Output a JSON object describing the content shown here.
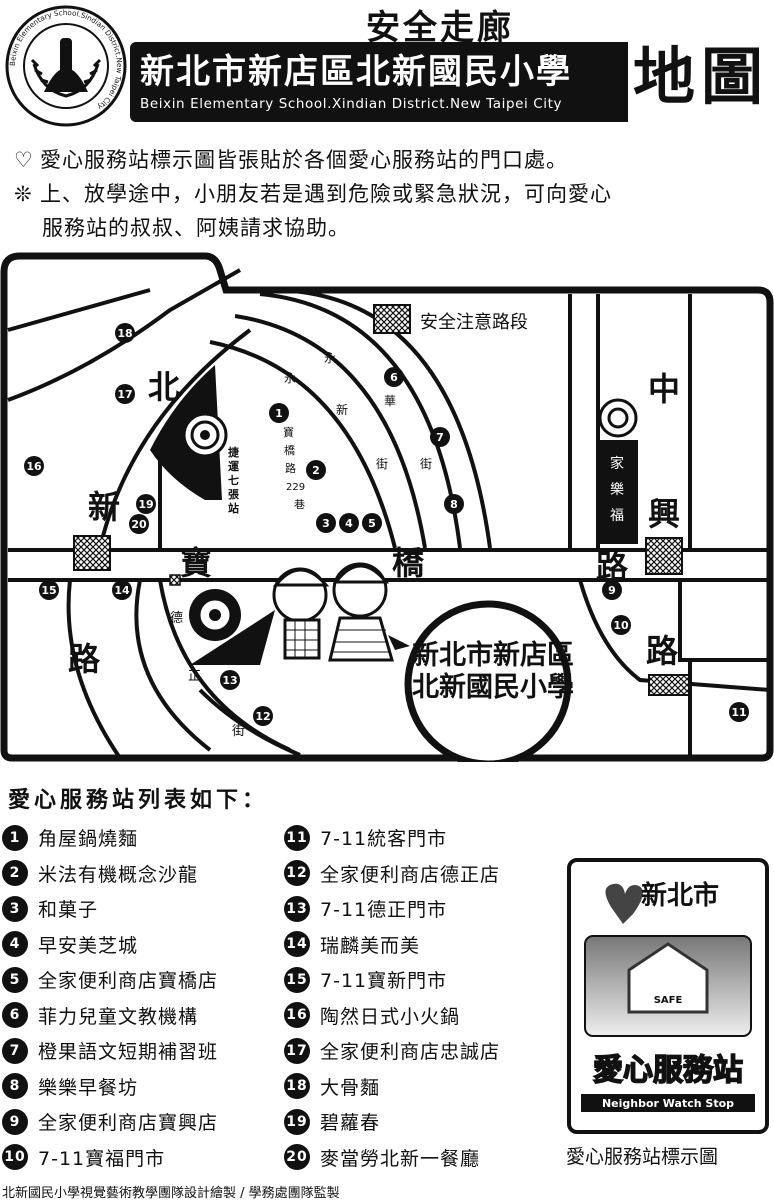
{
  "header": {
    "logo_ring_text": "Beixin Elementary School.Sindian District.New Taipei City",
    "school_name_zh": "新北市新店區北新國民小學",
    "school_name_en": "Beixin Elementary School.Xindian District.New  Taipei City",
    "title_top": "安全走廊",
    "title_big": "地圖"
  },
  "notes": {
    "note1": "愛心服務站標示圖皆張貼於各個愛心服務站的門口處。",
    "note2": "上、放學途中，小朋友若是遇到危險或緊急狀況，可向愛心",
    "note2_cont": "服務站的叔叔、阿姨請求協助。"
  },
  "map": {
    "legend_label": "安全注意路段",
    "road_beixin_1": "北",
    "road_beixin_2": "新",
    "road_beixin_3": "路",
    "road_baoqiao_1": "寶",
    "road_baoqiao_2": "橋",
    "road_zhongxing_1": "中",
    "road_zhongxing_2": "興",
    "road_zhongxing_3": "路",
    "road_zhongxing_4": "路",
    "road_dezheng_1": "德",
    "road_dezheng_2": "正",
    "road_dezheng_3": "街",
    "road_yonghua_1": "永",
    "road_yonghua_2": "永",
    "road_yonghua_3": "新",
    "road_yonghua_4": "華",
    "road_yonghua_5": "街",
    "road_yonghua_6": "街",
    "alley_1": "寶",
    "alley_2": "橋",
    "alley_3": "路",
    "alley_4": "229",
    "alley_5": "巷",
    "mrt_1": "捷",
    "mrt_2": "運",
    "mrt_3": "七",
    "mrt_4": "張",
    "mrt_5": "站",
    "jialefu_1": "家",
    "jialefu_2": "樂",
    "jialefu_3": "福",
    "school_label_1": "新北市新店區",
    "school_label_2": "北新國民小學",
    "markers": [
      "1",
      "2",
      "3",
      "4",
      "5",
      "6",
      "7",
      "8",
      "9",
      "10",
      "11",
      "12",
      "13",
      "14",
      "15",
      "16",
      "17",
      "18",
      "19",
      "20"
    ]
  },
  "list": {
    "title": "愛心服務站列表如下：",
    "left": [
      {
        "num": "1",
        "name": "角屋鍋燒麵"
      },
      {
        "num": "2",
        "name": "米法有機概念沙龍"
      },
      {
        "num": "3",
        "name": "和菓子"
      },
      {
        "num": "4",
        "name": "早安美芝城"
      },
      {
        "num": "5",
        "name": "全家便利商店寶橋店"
      },
      {
        "num": "6",
        "name": "菲力兒童文教機構"
      },
      {
        "num": "7",
        "name": "橙果語文短期補習班"
      },
      {
        "num": "8",
        "name": "樂樂早餐坊"
      },
      {
        "num": "9",
        "name": "全家便利商店寶興店"
      },
      {
        "num": "10",
        "name": "7-11寶福門市"
      }
    ],
    "right": [
      {
        "num": "11",
        "name": "7-11統客門市"
      },
      {
        "num": "12",
        "name": "全家便利商店德正店"
      },
      {
        "num": "13",
        "name": "7-11德正門市"
      },
      {
        "num": "14",
        "name": "瑞麟美而美"
      },
      {
        "num": "15",
        "name": "7-11寶新門市"
      },
      {
        "num": "16",
        "name": "陶然日式小火鍋"
      },
      {
        "num": "17",
        "name": "全家便利商店忠誠店"
      },
      {
        "num": "18",
        "name": "大骨麵"
      },
      {
        "num": "19",
        "name": "碧蘿春"
      },
      {
        "num": "20",
        "name": "麥當勞北新一餐廳"
      }
    ]
  },
  "sign": {
    "top_text": "新北市",
    "safe_text": "SAFE",
    "main_text": "愛心服務站",
    "sub_text": "Neighbor Watch Stop",
    "caption": "愛心服務站標示圖"
  },
  "footer": "北新國民小學視覺藝術教學團隊設計繪製 / 學務處團隊監製"
}
